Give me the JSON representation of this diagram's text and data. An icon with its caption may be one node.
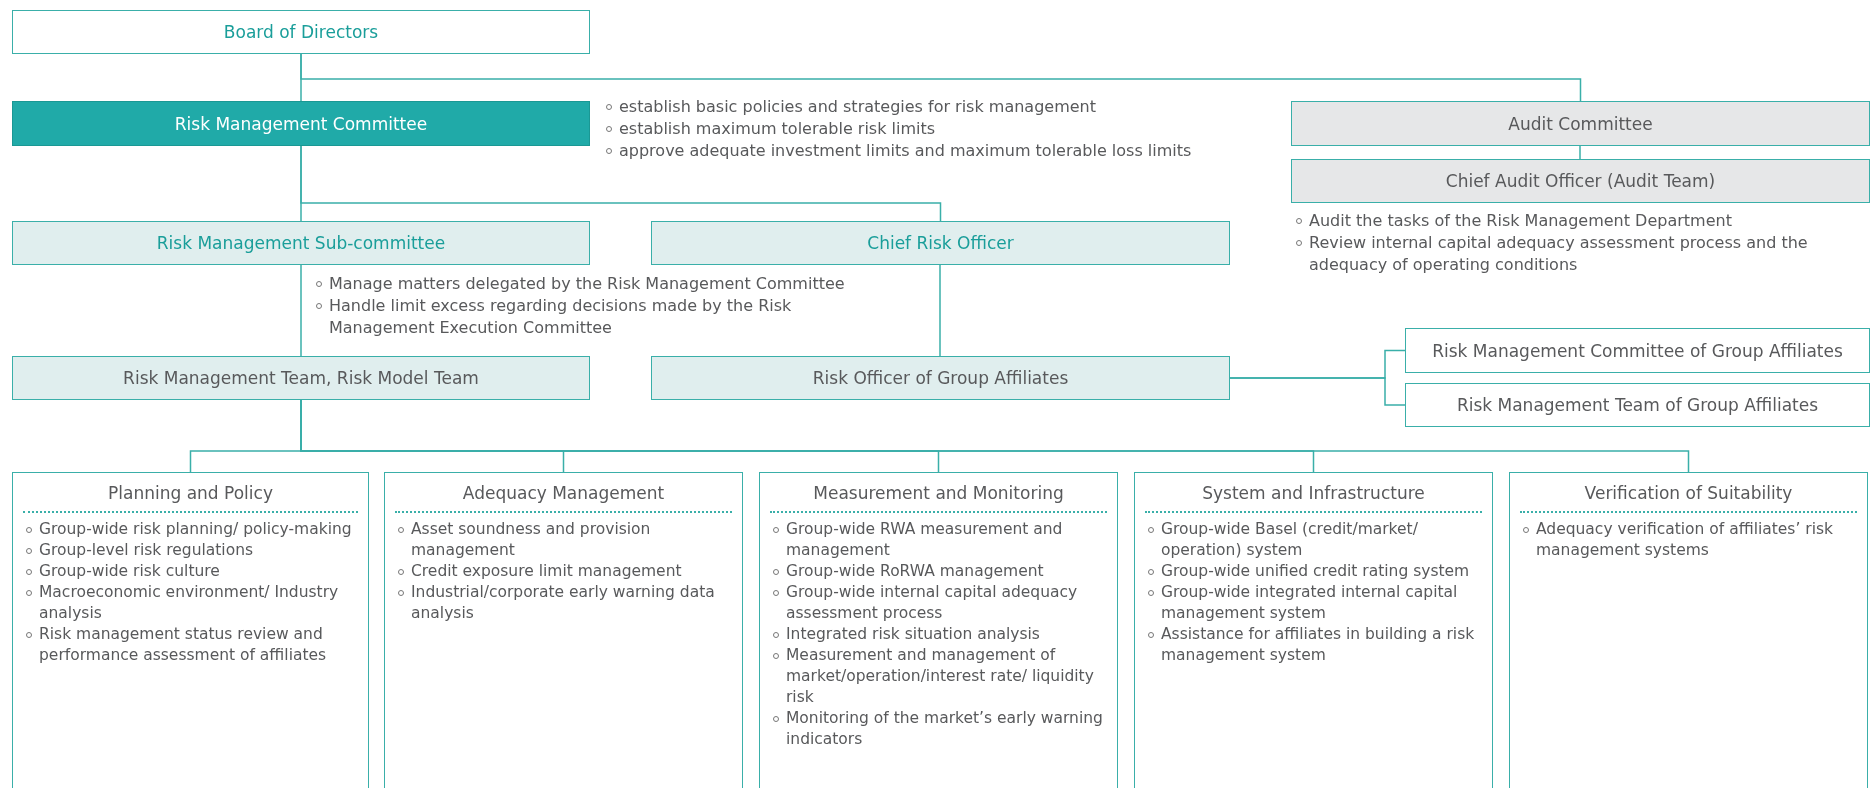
{
  "diagram": {
    "nodes": [
      {
        "text": [
          "Board of Directors"
        ]
      },
      {
        "text": [
          "Risk Management Committee"
        ],
        "beside": [
          "establish basic policies and strategies for risk management",
          "establish maximum tolerable risk limits",
          "approve adequate investment limits and maximum tolerable loss limits"
        ]
      },
      {
        "text": [
          "Audit Committee"
        ]
      },
      {
        "text": [
          "Chief Audit Officer (Audit Team)"
        ],
        "beside": [
          "Audit the tasks of the Risk Management Department",
          "Review internal capital adequacy assessment process and the adequacy of operating conditions"
        ]
      },
      {
        "text": [
          "Risk Management Sub-committee"
        ],
        "beside": [
          "Manage matters delegated by the Risk Management Committee",
          "Handle limit excess regarding decisions made by the Risk Management Execution Committee"
        ]
      },
      {
        "text": [
          "Chief Risk Officer"
        ]
      },
      {
        "text": [
          "Risk Management Team, Risk Model Team"
        ]
      },
      {
        "text": [
          "Risk Officer of Group Affiliates"
        ]
      },
      {
        "text": [
          "Risk Management Committee of Group Affiliates"
        ]
      },
      {
        "text": [
          "Risk Management Team of Group Affiliates"
        ]
      },
      {
        "text": [
          "Planning and Policy",
          "Group-wide risk planning/ policy-making",
          "Group-level risk regulations",
          "Group-wide risk culture",
          "Macroeconomic environment/ Industry analysis",
          "Risk management status review and performance assessment of affiliates"
        ]
      },
      {
        "text": [
          "Adequacy Management",
          "Asset soundness and provision management",
          "Credit exposure limit management",
          "Industrial/corporate early warning data analysis"
        ]
      },
      {
        "text": [
          "Measurement and Monitoring",
          "Group-wide RWA measurement and management",
          "Group-wide RoRWA management",
          "Group-wide internal capital adequacy assessment process",
          "Integrated risk situation analysis",
          "Measurement and management of market/operation/interest rate/ liquidity risk",
          "Monitoring of the market’s early warning indicators"
        ]
      },
      {
        "text": [
          "System and Infrastructure",
          "Group-wide Basel (credit/market/ operation) system",
          "Group-wide unified credit rating system",
          "Group-wide integrated internal capital management system",
          "Assistance for affiliates in building a risk management system"
        ]
      },
      {
        "text": [
          "Verification of Suitability",
          "Adequacy verification of affiliates’ risk management systems"
        ]
      }
    ],
    "edges": [
      {
        "from": 0,
        "to": 1,
        "arrow": "none"
      },
      {
        "from": 0,
        "to": 2,
        "arrow": "none"
      },
      {
        "from": 2,
        "to": 3,
        "arrow": "none"
      },
      {
        "from": 1,
        "to": 4,
        "arrow": "none"
      },
      {
        "from": 1,
        "to": 5,
        "arrow": "none"
      },
      {
        "from": 4,
        "to": 6,
        "arrow": "none"
      },
      {
        "from": 5,
        "to": 7,
        "arrow": "none"
      },
      {
        "from": 7,
        "to": 8,
        "arrow": "none"
      },
      {
        "from": 7,
        "to": 9,
        "arrow": "none"
      },
      {
        "from": 6,
        "to": 10,
        "arrow": "none"
      },
      {
        "from": 6,
        "to": 11,
        "arrow": "none"
      },
      {
        "from": 6,
        "to": 12,
        "arrow": "none"
      },
      {
        "from": 6,
        "to": 13,
        "arrow": "none"
      },
      {
        "from": 6,
        "to": 14,
        "arrow": "none"
      }
    ]
  }
}
